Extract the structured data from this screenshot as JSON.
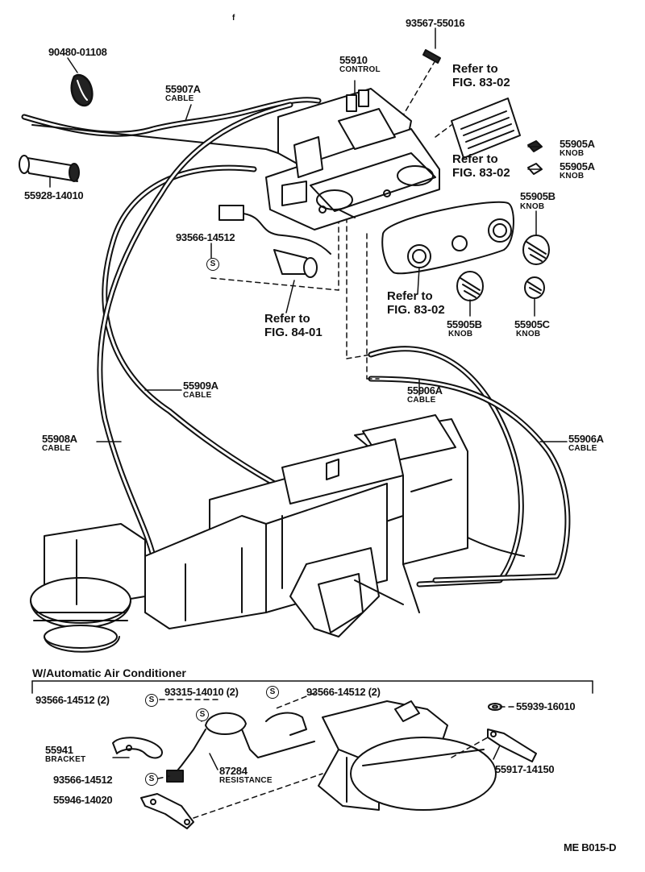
{
  "top_mark": "f",
  "parts": {
    "screw_top": "93567-55016",
    "clip_top": "90480-01108",
    "cable_55907a": "55907A",
    "control": "55910",
    "sleeve": "55928-14010",
    "screw_mid": "93566-14512",
    "knob_a1": "55905A",
    "knob_a2": "55905A",
    "knob_b1": "55905B",
    "knob_b2": "55905B",
    "knob_c": "55905C",
    "cable_55909a": "55909A",
    "cable_55908a": "55908A",
    "cable_55906a_1": "55906A",
    "cable_55906a_2": "55906A"
  },
  "sublabels": {
    "cable": "CABLE",
    "control": "CONTROL",
    "knob": "KNOB"
  },
  "refs": {
    "refer_to": "Refer to",
    "fig_8302": "FIG. 83-02",
    "fig_8401": "FIG. 84-01"
  },
  "ac_section": {
    "title": "W/Automatic Air Conditioner",
    "screw_2a": "93566-14512 (2)",
    "screw_2b": "93315-14010 (2)",
    "screw_2c": "93566-14512 (2)",
    "nut": "55939-16010",
    "bracket_pn": "55941",
    "bracket_label": "BRACKET",
    "resistance_pn": "87284",
    "resistance_label": "RESISTANCE",
    "screw_single": "93566-14512",
    "plate_left": "55946-14020",
    "plate_right": "55917-14150",
    "s_symbol": "S"
  },
  "footer_code": "ME  B015-D"
}
